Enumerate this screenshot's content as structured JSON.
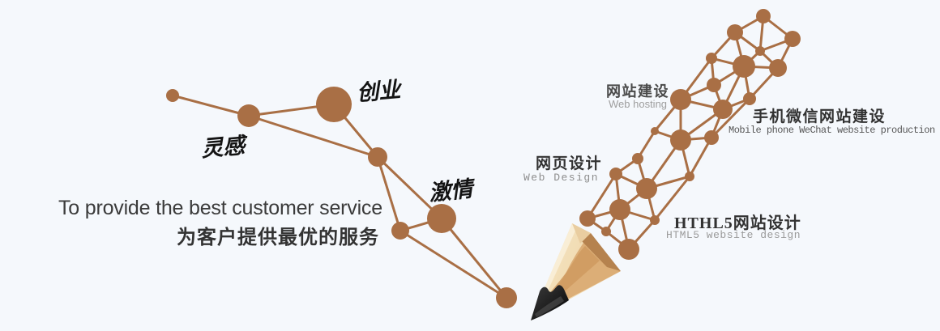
{
  "banner_alt": "Web design services banner with idea network and low-poly pencil",
  "colors": {
    "background": "#f5f8fc",
    "accent": "#a96f45",
    "headline_text": "#3b3b3b",
    "muted_gray": "#9e9e9e",
    "pencil_wood_light": "#f6e4be",
    "pencil_wood_dark": "#b5824e",
    "pencil_graphite": "#1b1b1b"
  },
  "headline": {
    "en": "To provide the best customer service",
    "zh": "为客户提供最优的服务"
  },
  "idea_labels": [
    {
      "id": "inspiration",
      "text": "灵感"
    },
    {
      "id": "startup",
      "text": "创业"
    },
    {
      "id": "passion",
      "text": "激情"
    }
  ],
  "services": [
    {
      "zh": "网站建设",
      "en": "Web hosting"
    },
    {
      "zh": "网页设计",
      "en": "Web Design"
    },
    {
      "zh": "手机微信网站建设",
      "en": "Mobile phone WeChat website production"
    },
    {
      "zh": "HTHL5网站设计",
      "en": "HTML5 website design"
    }
  ]
}
